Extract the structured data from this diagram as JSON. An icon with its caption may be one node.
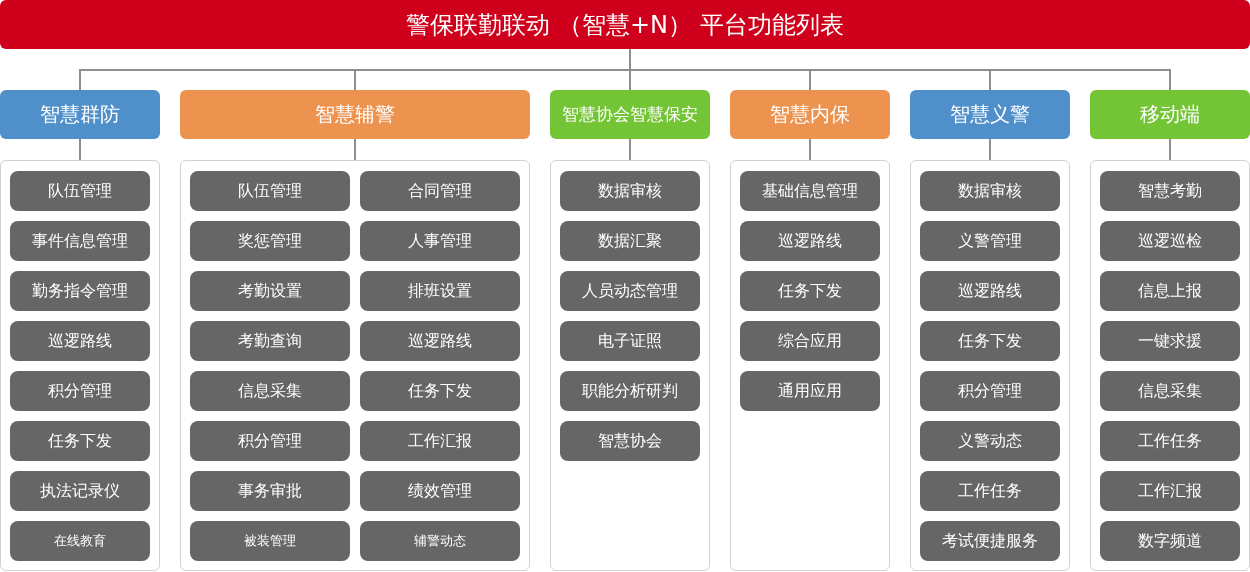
{
  "diagram": {
    "nodes": [
      {
        "text": [
          "警保联勤联动 （智慧+N） 平台功能列表"
        ]
      },
      {
        "text": [
          "智慧群防"
        ]
      },
      {
        "text": [
          "智慧辅警"
        ]
      },
      {
        "text": [
          "智慧协会智慧保安"
        ]
      },
      {
        "text": [
          "智慧内保"
        ]
      },
      {
        "text": [
          "智慧义警"
        ]
      },
      {
        "text": [
          "移动端"
        ]
      },
      {
        "text": [],
        "shape": "box"
      },
      {
        "text": [
          "队伍管理"
        ],
        "in": 7
      },
      {
        "text": [
          "事件信息管理"
        ],
        "in": 7
      },
      {
        "text": [
          "勤务指令管理"
        ],
        "in": 7
      },
      {
        "text": [
          "巡逻路线"
        ],
        "in": 7
      },
      {
        "text": [
          "积分管理"
        ],
        "in": 7
      },
      {
        "text": [
          "任务下发"
        ],
        "in": 7
      },
      {
        "text": [
          "执法记录仪"
        ],
        "in": 7
      },
      {
        "text": [
          "在线教育"
        ],
        "in": 7
      },
      {
        "text": [],
        "shape": "box"
      },
      {
        "text": [
          "队伍管理"
        ],
        "in": 16
      },
      {
        "text": [
          "合同管理"
        ],
        "in": 16
      },
      {
        "text": [
          "奖惩管理"
        ],
        "in": 16
      },
      {
        "text": [
          "人事管理"
        ],
        "in": 16
      },
      {
        "text": [
          "考勤设置"
        ],
        "in": 16
      },
      {
        "text": [
          "排班设置"
        ],
        "in": 16
      },
      {
        "text": [
          "考勤查询"
        ],
        "in": 16
      },
      {
        "text": [
          "巡逻路线"
        ],
        "in": 16
      },
      {
        "text": [
          "信息采集"
        ],
        "in": 16
      },
      {
        "text": [
          "任务下发"
        ],
        "in": 16
      },
      {
        "text": [
          "积分管理"
        ],
        "in": 16
      },
      {
        "text": [
          "工作汇报"
        ],
        "in": 16
      },
      {
        "text": [
          "事务审批"
        ],
        "in": 16
      },
      {
        "text": [
          "绩效管理"
        ],
        "in": 16
      },
      {
        "text": [
          "被装管理"
        ],
        "in": 16
      },
      {
        "text": [
          "辅警动态"
        ],
        "in": 16
      },
      {
        "text": [],
        "shape": "box"
      },
      {
        "text": [
          "数据审核"
        ],
        "in": 33
      },
      {
        "text": [
          "数据汇聚"
        ],
        "in": 33
      },
      {
        "text": [
          "人员动态管理"
        ],
        "in": 33
      },
      {
        "text": [
          "电子证照"
        ],
        "in": 33
      },
      {
        "text": [
          "职能分析研判"
        ],
        "in": 33
      },
      {
        "text": [
          "智慧协会"
        ],
        "in": 33
      },
      {
        "text": [],
        "shape": "box"
      },
      {
        "text": [
          "基础信息管理"
        ],
        "in": 40
      },
      {
        "text": [
          "巡逻路线"
        ],
        "in": 40
      },
      {
        "text": [
          "任务下发"
        ],
        "in": 40
      },
      {
        "text": [
          "综合应用"
        ],
        "in": 40
      },
      {
        "text": [
          "通用应用"
        ],
        "in": 40
      },
      {
        "text": [],
        "shape": "box"
      },
      {
        "text": [
          "数据审核"
        ],
        "in": 46
      },
      {
        "text": [
          "义警管理"
        ],
        "in": 46
      },
      {
        "text": [
          "巡逻路线"
        ],
        "in": 46
      },
      {
        "text": [
          "任务下发"
        ],
        "in": 46
      },
      {
        "text": [
          "积分管理"
        ],
        "in": 46
      },
      {
        "text": [
          "义警动态"
        ],
        "in": 46
      },
      {
        "text": [
          "工作任务"
        ],
        "in": 46
      },
      {
        "text": [
          "考试便捷服务"
        ],
        "in": 46
      },
      {
        "text": [],
        "shape": "box"
      },
      {
        "text": [
          "智慧考勤"
        ],
        "in": 55
      },
      {
        "text": [
          "巡逻巡检"
        ],
        "in": 55
      },
      {
        "text": [
          "信息上报"
        ],
        "in": 55
      },
      {
        "text": [
          "一键求援"
        ],
        "in": 55
      },
      {
        "text": [
          "信息采集"
        ],
        "in": 55
      },
      {
        "text": [
          "工作任务"
        ],
        "in": 55
      },
      {
        "text": [
          "工作汇报"
        ],
        "in": 55
      },
      {
        "text": [
          "数字频道"
        ],
        "in": 55
      }
    ],
    "edges": [
      {
        "from": 0,
        "to": 1,
        "arrow": "none"
      },
      {
        "from": 0,
        "to": 2,
        "arrow": "none"
      },
      {
        "from": 0,
        "to": 3,
        "arrow": "none"
      },
      {
        "from": 0,
        "to": 4,
        "arrow": "none"
      },
      {
        "from": 0,
        "to": 5,
        "arrow": "none"
      },
      {
        "from": 0,
        "to": 6,
        "arrow": "none"
      },
      {
        "from": 1,
        "to": 7,
        "arrow": "none"
      },
      {
        "from": 2,
        "to": 16,
        "arrow": "none"
      },
      {
        "from": 3,
        "to": 33,
        "arrow": "none"
      },
      {
        "from": 4,
        "to": 40,
        "arrow": "none"
      },
      {
        "from": 5,
        "to": 46,
        "arrow": "none"
      },
      {
        "from": 6,
        "to": 55,
        "arrow": "none"
      }
    ]
  }
}
